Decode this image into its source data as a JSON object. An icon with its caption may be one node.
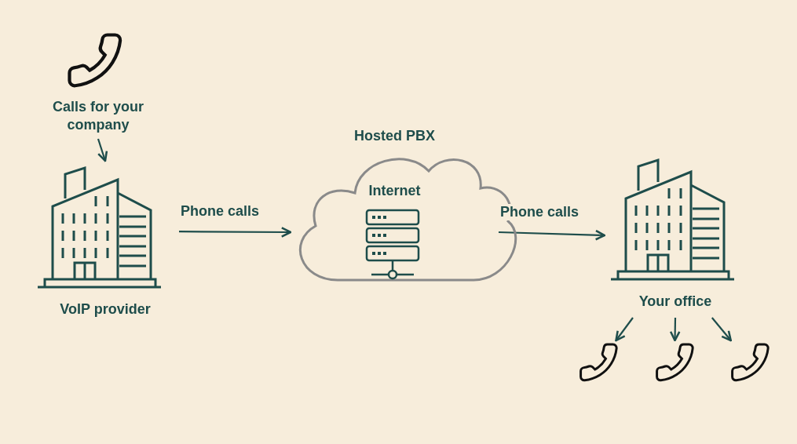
{
  "diagram": {
    "nodes": [
      {
        "text": [],
        "shape": "picture"
      },
      {
        "text": [
          "Calls for your company"
        ]
      },
      {
        "text": [
          "VoIP provider"
        ]
      },
      {
        "text": [
          "Hosted PBX",
          "Internet"
        ]
      },
      {
        "text": [
          "Your office"
        ]
      },
      {
        "text": [],
        "shape": "picture"
      },
      {
        "text": [],
        "shape": "picture"
      },
      {
        "text": [],
        "shape": "picture"
      }
    ],
    "edges": [
      {
        "from": 1,
        "to": 2,
        "arrow": "to"
      },
      {
        "from": 2,
        "to": 3,
        "arrow": "to",
        "label": "Phone calls"
      },
      {
        "from": 3,
        "to": 4,
        "arrow": "to",
        "label": "Phone calls"
      },
      {
        "from": 4,
        "to": 5,
        "arrow": "to"
      },
      {
        "from": 4,
        "to": 6,
        "arrow": "to"
      },
      {
        "from": 4,
        "to": 7,
        "arrow": "to"
      }
    ]
  }
}
